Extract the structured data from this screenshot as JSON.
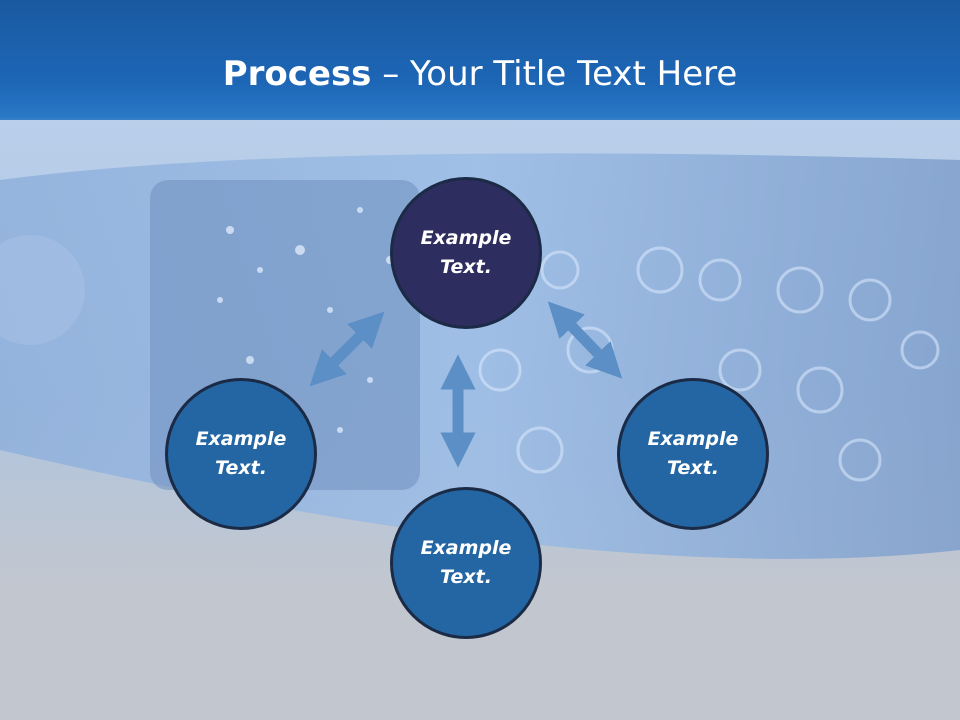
{
  "slide": {
    "title_bold": "Process",
    "title_rest": " – Your Title Text Here"
  },
  "diagram": {
    "center": {
      "label": "Example Text."
    },
    "nodes": [
      {
        "label": "Example Text."
      },
      {
        "label": "Example Text."
      },
      {
        "label": "Example Text."
      }
    ]
  },
  "colors": {
    "header": "#1d66b6",
    "center_circle": "#2e2d5f",
    "node_circle": "#2366a3",
    "arrow": "#5b8fc6"
  }
}
